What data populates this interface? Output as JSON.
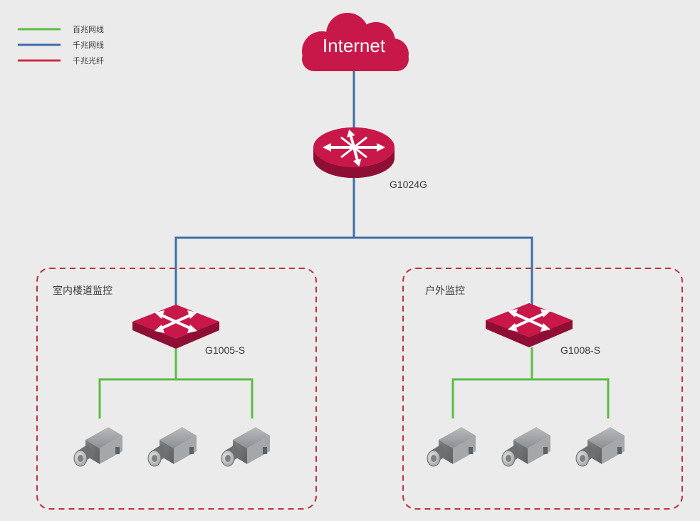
{
  "legend": [
    {
      "label": "百兆网线",
      "color": "#5cbb46"
    },
    {
      "label": "千兆网线",
      "color": "#3f6fa6"
    },
    {
      "label": "千兆光纤",
      "color": "#d42a3c"
    }
  ],
  "colors": {
    "device": "#c8184a",
    "device_dark": "#8e0f33",
    "boundary": "#c0313d",
    "camera_body": "#8f9294",
    "text": "#3a3a3a"
  },
  "internet": {
    "label": "Internet"
  },
  "core_switch": {
    "label": "G1024G"
  },
  "zones": [
    {
      "label": "室内楼道监控",
      "switch_label": "G1005-S",
      "cameras": [
        "camera",
        "camera",
        "camera"
      ]
    },
    {
      "label": "户外监控",
      "switch_label": "G1008-S",
      "cameras": [
        "camera",
        "camera",
        "camera"
      ]
    }
  ]
}
